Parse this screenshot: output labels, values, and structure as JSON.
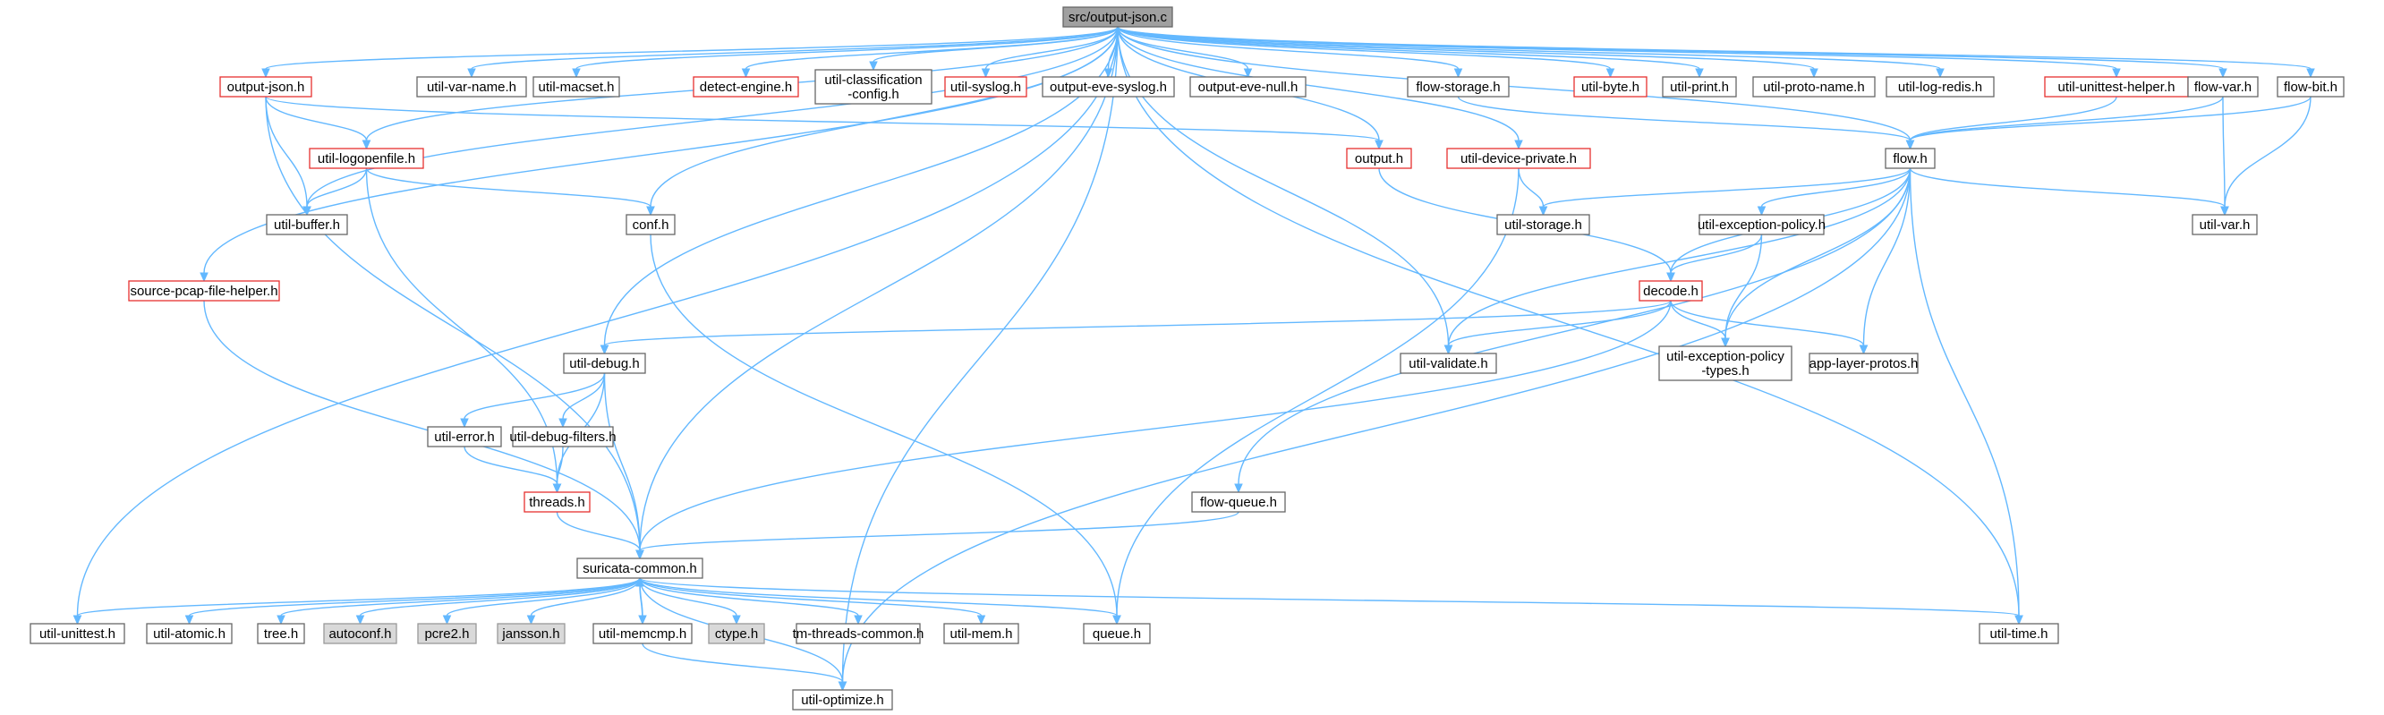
{
  "diagram": {
    "nodes": [
      {
        "id": "root",
        "label": [
          "src/output-json.c"
        ],
        "style": "root"
      },
      {
        "id": "output_json_h",
        "label": [
          "output-json.h"
        ],
        "style": "red"
      },
      {
        "id": "util_var_name",
        "label": [
          "util-var-name.h"
        ],
        "style": "normal"
      },
      {
        "id": "util_macset",
        "label": [
          "util-macset.h"
        ],
        "style": "normal"
      },
      {
        "id": "detect_engine",
        "label": [
          "detect-engine.h"
        ],
        "style": "red"
      },
      {
        "id": "util_class_config",
        "label": [
          "util-classification",
          "-config.h"
        ],
        "style": "normal"
      },
      {
        "id": "util_syslog",
        "label": [
          "util-syslog.h"
        ],
        "style": "red"
      },
      {
        "id": "output_eve_syslog",
        "label": [
          "output-eve-syslog.h"
        ],
        "style": "normal"
      },
      {
        "id": "output_eve_null",
        "label": [
          "output-eve-null.h"
        ],
        "style": "normal"
      },
      {
        "id": "flow_storage",
        "label": [
          "flow-storage.h"
        ],
        "style": "normal"
      },
      {
        "id": "util_byte",
        "label": [
          "util-byte.h"
        ],
        "style": "red"
      },
      {
        "id": "util_print",
        "label": [
          "util-print.h"
        ],
        "style": "normal"
      },
      {
        "id": "util_proto_name",
        "label": [
          "util-proto-name.h"
        ],
        "style": "normal"
      },
      {
        "id": "util_log_redis",
        "label": [
          "util-log-redis.h"
        ],
        "style": "normal"
      },
      {
        "id": "util_unittest_helper",
        "label": [
          "util-unittest-helper.h"
        ],
        "style": "red"
      },
      {
        "id": "flow_var",
        "label": [
          "flow-var.h"
        ],
        "style": "normal"
      },
      {
        "id": "flow_bit",
        "label": [
          "flow-bit.h"
        ],
        "style": "normal"
      },
      {
        "id": "util_logopenfile",
        "label": [
          "util-logopenfile.h"
        ],
        "style": "red"
      },
      {
        "id": "output_h",
        "label": [
          "output.h"
        ],
        "style": "red"
      },
      {
        "id": "util_device_private",
        "label": [
          "util-device-private.h"
        ],
        "style": "red"
      },
      {
        "id": "flow_h",
        "label": [
          "flow.h"
        ],
        "style": "normal"
      },
      {
        "id": "util_buffer",
        "label": [
          "util-buffer.h"
        ],
        "style": "normal"
      },
      {
        "id": "conf_h",
        "label": [
          "conf.h"
        ],
        "style": "normal"
      },
      {
        "id": "util_storage",
        "label": [
          "util-storage.h"
        ],
        "style": "normal"
      },
      {
        "id": "util_exception_policy",
        "label": [
          "util-exception-policy.h"
        ],
        "style": "normal"
      },
      {
        "id": "util_var",
        "label": [
          "util-var.h"
        ],
        "style": "normal"
      },
      {
        "id": "source_pcap",
        "label": [
          "source-pcap-file-helper.h"
        ],
        "style": "red"
      },
      {
        "id": "decode_h",
        "label": [
          "decode.h"
        ],
        "style": "red"
      },
      {
        "id": "util_debug",
        "label": [
          "util-debug.h"
        ],
        "style": "normal"
      },
      {
        "id": "util_validate",
        "label": [
          "util-validate.h"
        ],
        "style": "normal"
      },
      {
        "id": "util_exc_policy_types",
        "label": [
          "util-exception-policy",
          "-types.h"
        ],
        "style": "normal"
      },
      {
        "id": "app_layer_protos",
        "label": [
          "app-layer-protos.h"
        ],
        "style": "normal"
      },
      {
        "id": "util_error",
        "label": [
          "util-error.h"
        ],
        "style": "normal"
      },
      {
        "id": "util_debug_filters",
        "label": [
          "util-debug-filters.h"
        ],
        "style": "normal"
      },
      {
        "id": "threads_h",
        "label": [
          "threads.h"
        ],
        "style": "red"
      },
      {
        "id": "flow_queue",
        "label": [
          "flow-queue.h"
        ],
        "style": "normal"
      },
      {
        "id": "suricata_common",
        "label": [
          "suricata-common.h"
        ],
        "style": "normal"
      },
      {
        "id": "util_unittest",
        "label": [
          "util-unittest.h"
        ],
        "style": "normal"
      },
      {
        "id": "util_atomic",
        "label": [
          "util-atomic.h"
        ],
        "style": "normal"
      },
      {
        "id": "tree_h",
        "label": [
          "tree.h"
        ],
        "style": "normal"
      },
      {
        "id": "autoconf_h",
        "label": [
          "autoconf.h"
        ],
        "style": "gray"
      },
      {
        "id": "pcre2_h",
        "label": [
          "pcre2.h"
        ],
        "style": "gray"
      },
      {
        "id": "jansson_h",
        "label": [
          "jansson.h"
        ],
        "style": "gray"
      },
      {
        "id": "util_memcmp",
        "label": [
          "util-memcmp.h"
        ],
        "style": "normal"
      },
      {
        "id": "ctype_h",
        "label": [
          "ctype.h"
        ],
        "style": "gray"
      },
      {
        "id": "tm_threads_common",
        "label": [
          "tm-threads-common.h"
        ],
        "style": "normal"
      },
      {
        "id": "util_mem",
        "label": [
          "util-mem.h"
        ],
        "style": "normal"
      },
      {
        "id": "queue_h",
        "label": [
          "queue.h"
        ],
        "style": "normal"
      },
      {
        "id": "util_time",
        "label": [
          "util-time.h"
        ],
        "style": "normal"
      },
      {
        "id": "util_optimize",
        "label": [
          "util-optimize.h"
        ],
        "style": "normal"
      }
    ],
    "edges": [
      [
        "root",
        "output_json_h"
      ],
      [
        "root",
        "util_var_name"
      ],
      [
        "root",
        "util_macset"
      ],
      [
        "root",
        "detect_engine"
      ],
      [
        "root",
        "util_class_config"
      ],
      [
        "root",
        "util_syslog"
      ],
      [
        "root",
        "output_eve_syslog"
      ],
      [
        "root",
        "output_eve_null"
      ],
      [
        "root",
        "flow_storage"
      ],
      [
        "root",
        "util_byte"
      ],
      [
        "root",
        "util_print"
      ],
      [
        "root",
        "util_proto_name"
      ],
      [
        "root",
        "util_log_redis"
      ],
      [
        "root",
        "util_unittest_helper"
      ],
      [
        "root",
        "flow_var"
      ],
      [
        "root",
        "flow_bit"
      ],
      [
        "root",
        "util_logopenfile"
      ],
      [
        "root",
        "output_h"
      ],
      [
        "root",
        "util_device_private"
      ],
      [
        "root",
        "flow_h"
      ],
      [
        "root",
        "util_buffer"
      ],
      [
        "root",
        "conf_h"
      ],
      [
        "root",
        "source_pcap"
      ],
      [
        "root",
        "util_debug"
      ],
      [
        "root",
        "util_validate"
      ],
      [
        "root",
        "suricata_common"
      ],
      [
        "root",
        "util_unittest"
      ],
      [
        "root",
        "util_optimize"
      ],
      [
        "root",
        "util_time"
      ],
      [
        "output_json_h",
        "util_logopenfile"
      ],
      [
        "output_json_h",
        "util_buffer"
      ],
      [
        "output_json_h",
        "output_h"
      ],
      [
        "output_json_h",
        "suricata_common"
      ],
      [
        "util_logopenfile",
        "util_buffer"
      ],
      [
        "util_logopenfile",
        "conf_h"
      ],
      [
        "util_logopenfile",
        "threads_h"
      ],
      [
        "flow_storage",
        "flow_h"
      ],
      [
        "util_unittest_helper",
        "flow_h"
      ],
      [
        "flow_var",
        "flow_h"
      ],
      [
        "flow_var",
        "util_var"
      ],
      [
        "flow_bit",
        "flow_h"
      ],
      [
        "flow_bit",
        "util_var"
      ],
      [
        "output_h",
        "decode_h"
      ],
      [
        "util_device_private",
        "util_storage"
      ],
      [
        "util_device_private",
        "queue_h"
      ],
      [
        "flow_h",
        "util_storage"
      ],
      [
        "flow_h",
        "util_exception_policy"
      ],
      [
        "flow_h",
        "util_var"
      ],
      [
        "flow_h",
        "decode_h"
      ],
      [
        "flow_h",
        "util_validate"
      ],
      [
        "flow_h",
        "util_exc_policy_types"
      ],
      [
        "flow_h",
        "app_layer_protos"
      ],
      [
        "flow_h",
        "flow_queue"
      ],
      [
        "flow_h",
        "util_time"
      ],
      [
        "flow_h",
        "util_optimize"
      ],
      [
        "util_exception_policy",
        "decode_h"
      ],
      [
        "util_exception_policy",
        "util_exc_policy_types"
      ],
      [
        "decode_h",
        "util_debug"
      ],
      [
        "decode_h",
        "util_validate"
      ],
      [
        "decode_h",
        "util_exc_policy_types"
      ],
      [
        "decode_h",
        "app_layer_protos"
      ],
      [
        "decode_h",
        "suricata_common"
      ],
      [
        "conf_h",
        "queue_h"
      ],
      [
        "source_pcap",
        "suricata_common"
      ],
      [
        "util_debug",
        "util_error"
      ],
      [
        "util_debug",
        "util_debug_filters"
      ],
      [
        "util_debug",
        "threads_h"
      ],
      [
        "util_debug",
        "suricata_common"
      ],
      [
        "util_error",
        "threads_h"
      ],
      [
        "util_debug_filters",
        "threads_h"
      ],
      [
        "threads_h",
        "suricata_common"
      ],
      [
        "flow_queue",
        "suricata_common"
      ],
      [
        "suricata_common",
        "util_unittest"
      ],
      [
        "suricata_common",
        "util_atomic"
      ],
      [
        "suricata_common",
        "tree_h"
      ],
      [
        "suricata_common",
        "autoconf_h"
      ],
      [
        "suricata_common",
        "pcre2_h"
      ],
      [
        "suricata_common",
        "jansson_h"
      ],
      [
        "suricata_common",
        "util_memcmp"
      ],
      [
        "suricata_common",
        "ctype_h"
      ],
      [
        "suricata_common",
        "tm_threads_common"
      ],
      [
        "suricata_common",
        "util_mem"
      ],
      [
        "suricata_common",
        "queue_h"
      ],
      [
        "suricata_common",
        "util_time"
      ],
      [
        "suricata_common",
        "util_optimize"
      ],
      [
        "util_memcmp",
        "suricata_common"
      ],
      [
        "util_memcmp",
        "util_optimize"
      ]
    ]
  }
}
